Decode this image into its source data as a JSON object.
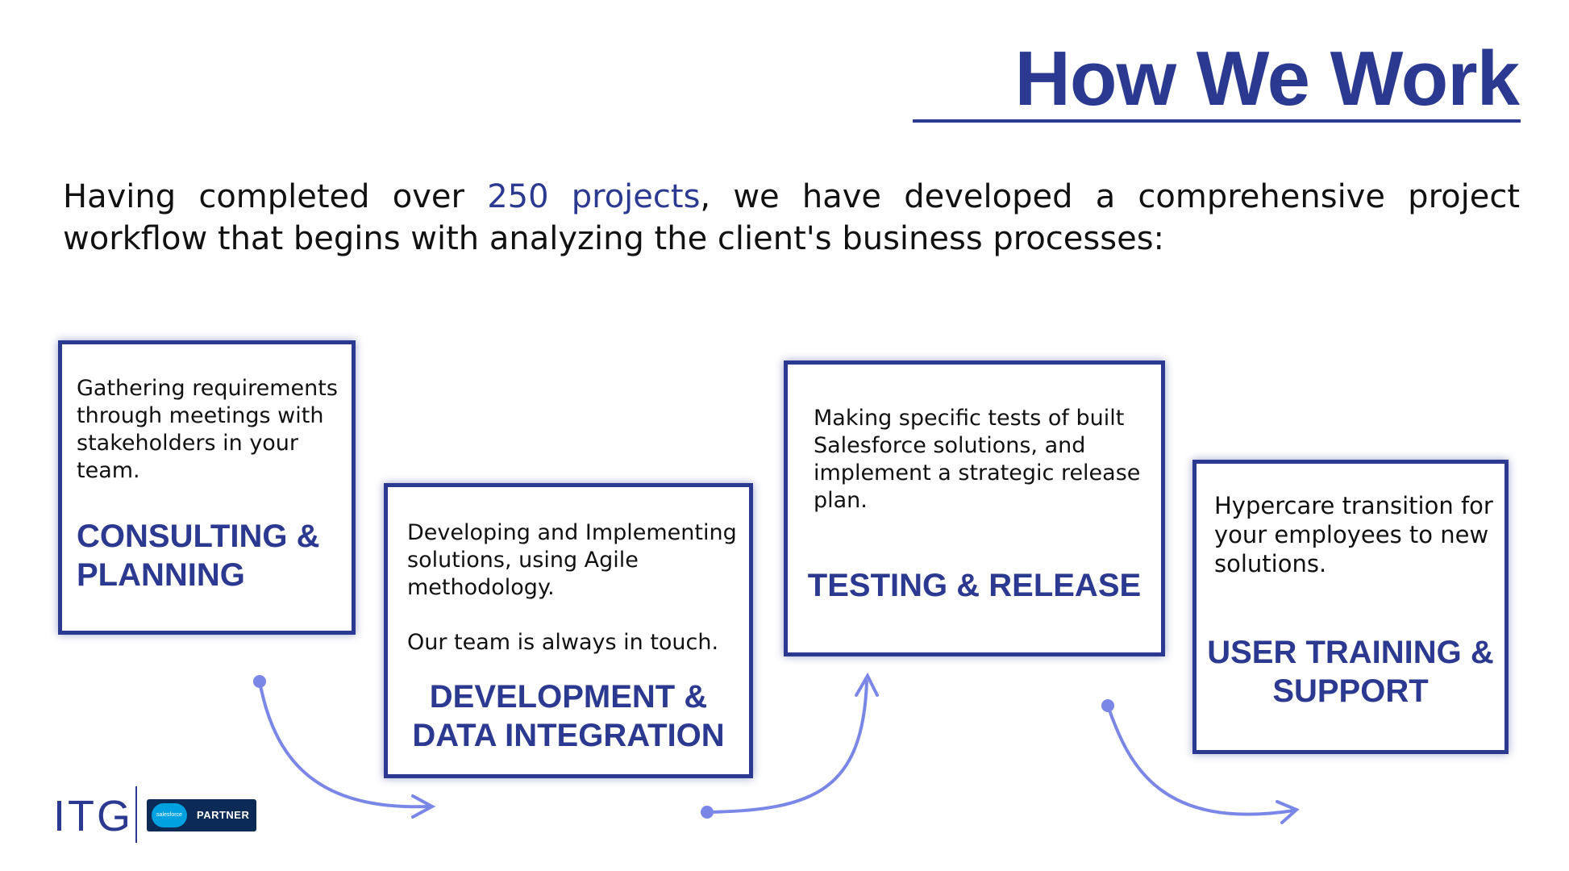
{
  "header": {
    "title": "How We Work"
  },
  "intro": {
    "before": "Having completed over ",
    "highlight": "250 projects",
    "after": ", we have developed a comprehensive project workflow that begins with analyzing the client's business processes:"
  },
  "steps": [
    {
      "description": "Gathering requirements through meetings with stakeholders in your team.",
      "label_line1": "CONSULTING &",
      "label_line2": "PLANNING"
    },
    {
      "description": "Developing and Implementing solutions, using Agile methodology.\n\nOur team is always in touch.",
      "label_line1": "DEVELOPMENT &",
      "label_line2": "DATA INTEGRATION"
    },
    {
      "description": "Making specific tests of built Salesforce solutions, and implement a strategic release plan.",
      "label_line1": "TESTING & RELEASE",
      "label_line2": ""
    },
    {
      "description": "Hypercare transition for your employees  to new solutions.",
      "label_line1": "USER TRAINING &",
      "label_line2": "SUPPORT"
    }
  ],
  "logo": {
    "company": "ITG",
    "salesforce_badge": "salesforce",
    "partner": "PARTNER"
  },
  "colors": {
    "brand_navy": "#2b3990",
    "arrow_blue": "#7b87e6",
    "badge_bg": "#0b2a55",
    "salesforce_blue": "#00a1e0"
  }
}
